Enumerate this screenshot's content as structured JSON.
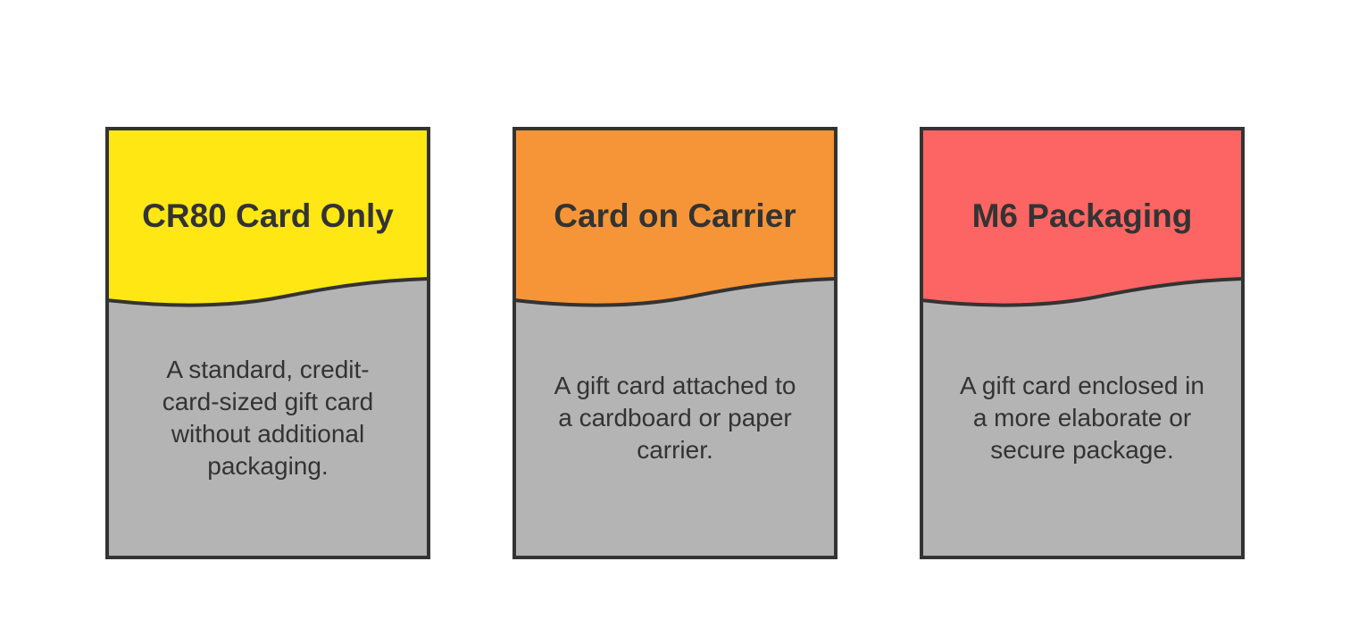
{
  "cards": [
    {
      "title": "CR80 Card Only",
      "description": "A standard, credit-card-sized gift card without additional packaging.",
      "color": "#FFE714"
    },
    {
      "title": "Card on Carrier",
      "description": "A gift card attached to a cardboard or paper carrier.",
      "color": "#F69537"
    },
    {
      "title": "M6 Packaging",
      "description": "A gift card enclosed in a more elaborate or secure package.",
      "color": "#FC6563"
    }
  ],
  "colors": {
    "body": "#B4B4B4",
    "border": "#333333",
    "text": "#333333"
  }
}
